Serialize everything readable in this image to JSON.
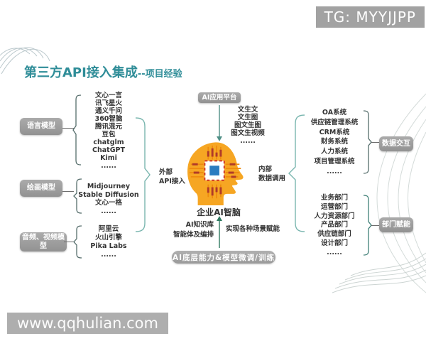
{
  "watermarks": {
    "top_right": "TG: MYYJJPP",
    "bottom_left": "www.qqhulian.com"
  },
  "title": {
    "main": "第三方API接入集成",
    "suffix": "--项目经验"
  },
  "left_groups": [
    {
      "label": "语言模型",
      "items": [
        "文心一言",
        "讯飞星火",
        "通义千问",
        "360智脑",
        "腾讯混元",
        "豆包",
        "chatglm",
        "ChatGPT",
        "Kimi",
        "......"
      ]
    },
    {
      "label": "绘画模型",
      "items": [
        "Midjourney",
        "Stable Diffusion",
        "文心一格",
        "......"
      ]
    },
    {
      "label": "音频、视频模型",
      "items": [
        "阿里云",
        "火山引擎",
        "Pika Labs",
        "......"
      ]
    }
  ],
  "right_groups": [
    {
      "label": "数据交互",
      "items": [
        "OA系统",
        "供应链管理系统",
        "CRM系统",
        "财务系统",
        "人力系统",
        "项目管理系统",
        "......"
      ]
    },
    {
      "label": "部门赋能",
      "items": [
        "业务部门",
        "运营部门",
        "人力资源部门",
        "产品部门",
        "供应链部门",
        "设计部门",
        "......"
      ]
    }
  ],
  "center": {
    "top_box": "AI应用平台",
    "modal_items": [
      "文生文",
      "文生图",
      "图文生图",
      "图文生视频",
      "......"
    ],
    "brain_label": "企业AI智脑",
    "left_annotation_line1": "外部",
    "left_annotation_line2": "API接入",
    "right_annotation_line1": "内部",
    "right_annotation_line2": "数据调用",
    "bottom_left_annotation_line1": "AI知识库",
    "bottom_left_annotation_line2": "智能体及编排",
    "bottom_right_annotation": "实现各种场景赋能",
    "bottom_box": "AI底层能力&模型微调/训练"
  },
  "colors": {
    "accent_teal": "#2f8d98",
    "box_gray": "#9e9e9e",
    "head_orange": "#f6a623",
    "chip_blue": "#2b7cc0",
    "chip_red": "#c23a27",
    "brace_teal": "#7ab6af",
    "brace_dark": "#4a6a68",
    "arrow_down": "#4f8f86",
    "arrow_up": "#2f7a60"
  }
}
